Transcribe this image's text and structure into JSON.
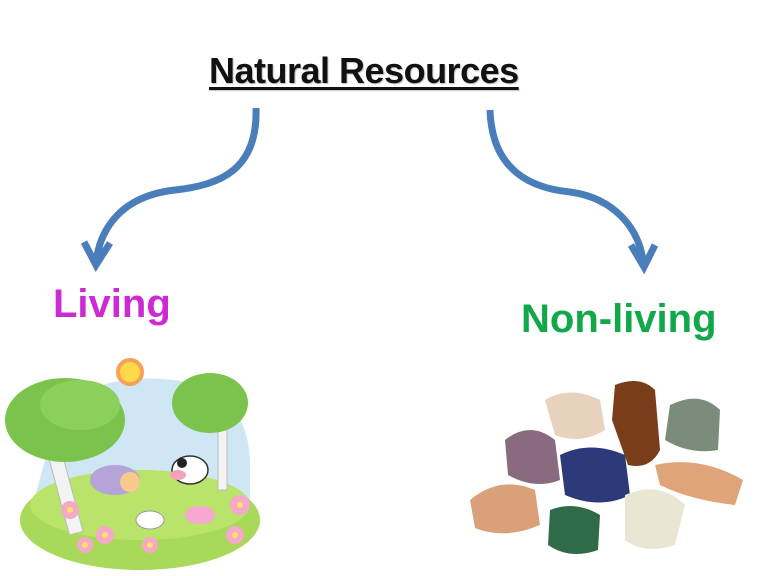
{
  "title": "Natural Resources",
  "branches": [
    {
      "label": "Living",
      "color": "#cc2bd4",
      "image": "cartoon-meadow-with-animals"
    },
    {
      "label": "Non-living",
      "color": "#11a84a",
      "image": "assorted-rocks-and-minerals"
    }
  ],
  "arrow_color": "#4a7ebb"
}
